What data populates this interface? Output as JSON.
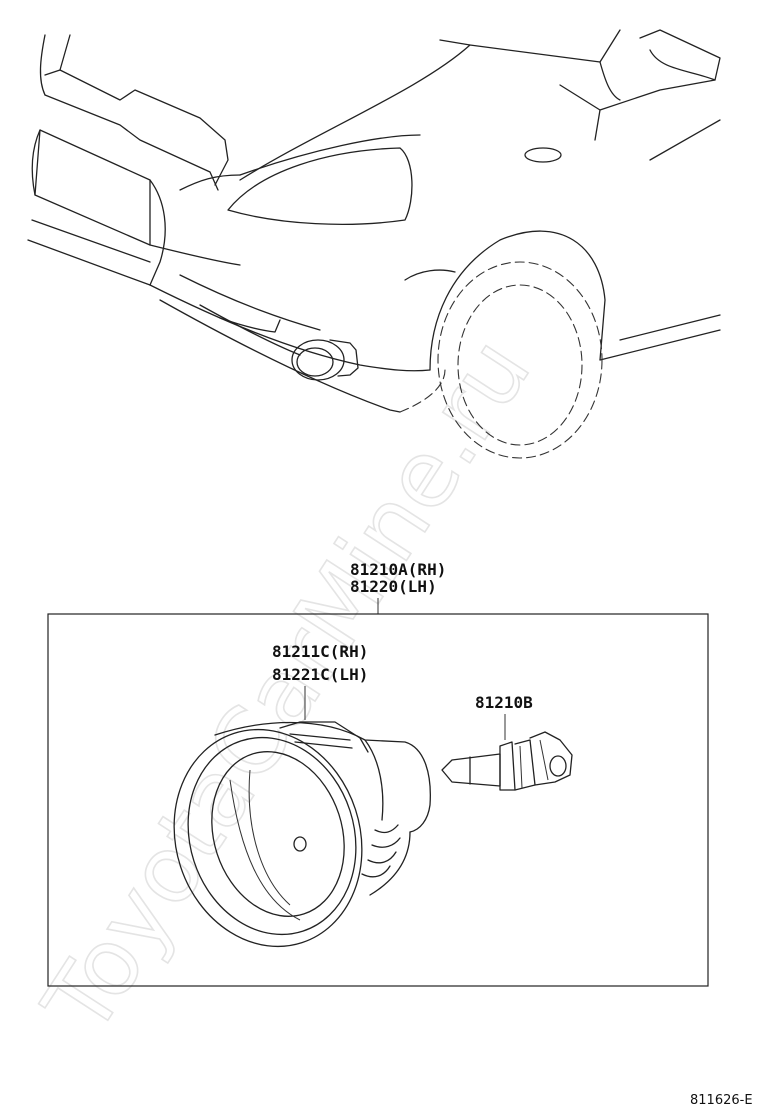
{
  "watermark": "ToyotaCarMine.ru",
  "assembly": {
    "part_rh": "81210A(RH)",
    "part_lh": "81220(LH)"
  },
  "housing": {
    "part_rh": "81211C(RH)",
    "part_lh": "81221C(LH)"
  },
  "bulb": {
    "part": "81210B"
  },
  "illustration_code": "811626-E"
}
